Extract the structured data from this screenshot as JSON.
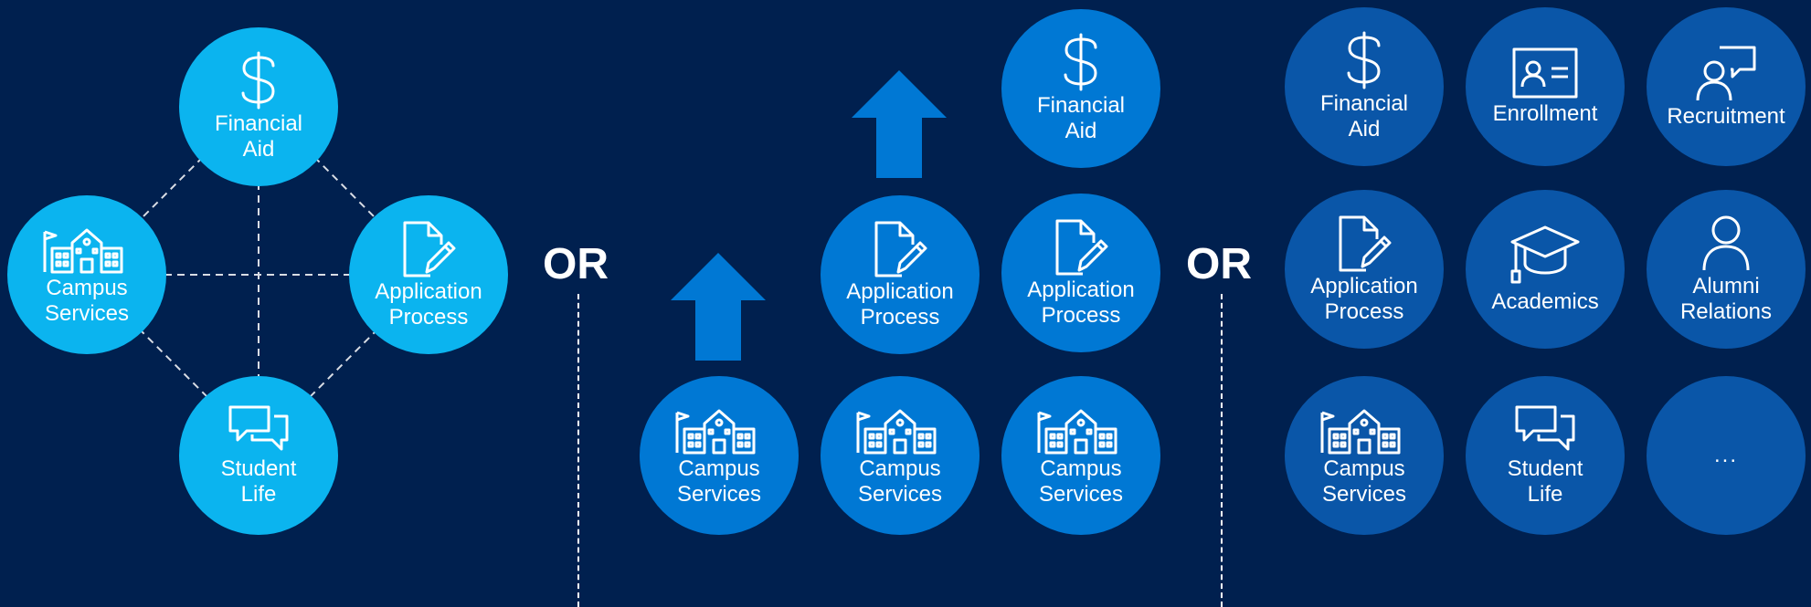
{
  "colors": {
    "background": "#00204f",
    "light": "#0bb4ef",
    "mid": "#0078d4",
    "dark": "#0a56a8"
  },
  "separators": {
    "or1": "OR",
    "or2": "OR"
  },
  "group1": {
    "financial_aid": {
      "label": "Financial\nAid",
      "icon": "dollar-icon"
    },
    "campus_services": {
      "label": "Campus\nServices",
      "icon": "building-icon"
    },
    "application_process": {
      "label": "Application\nProcess",
      "icon": "document-pen-icon"
    },
    "student_life": {
      "label": "Student\nLife",
      "icon": "chat-bubbles-icon"
    }
  },
  "group2": {
    "campus1": {
      "label": "Campus\nServices",
      "icon": "building-icon"
    },
    "campus2": {
      "label": "Campus\nServices",
      "icon": "building-icon"
    },
    "campus3": {
      "label": "Campus\nServices",
      "icon": "building-icon"
    },
    "app1": {
      "label": "Application\nProcess",
      "icon": "document-pen-icon"
    },
    "app2": {
      "label": "Application\nProcess",
      "icon": "document-pen-icon"
    },
    "financial": {
      "label": "Financial\nAid",
      "icon": "dollar-icon"
    }
  },
  "group3": {
    "financial_aid": {
      "label": "Financial\nAid",
      "icon": "dollar-icon"
    },
    "enrollment": {
      "label": "Enrollment",
      "icon": "id-card-icon"
    },
    "recruitment": {
      "label": "Recruitment",
      "icon": "person-speech-icon"
    },
    "application_process": {
      "label": "Application\nProcess",
      "icon": "document-pen-icon"
    },
    "academics": {
      "label": "Academics",
      "icon": "graduation-cap-icon"
    },
    "alumni_relations": {
      "label": "Alumni\nRelations",
      "icon": "person-icon"
    },
    "campus_services": {
      "label": "Campus\nServices",
      "icon": "building-icon"
    },
    "student_life": {
      "label": "Student\nLife",
      "icon": "chat-bubbles-icon"
    },
    "more": {
      "label": "...",
      "icon": ""
    }
  }
}
